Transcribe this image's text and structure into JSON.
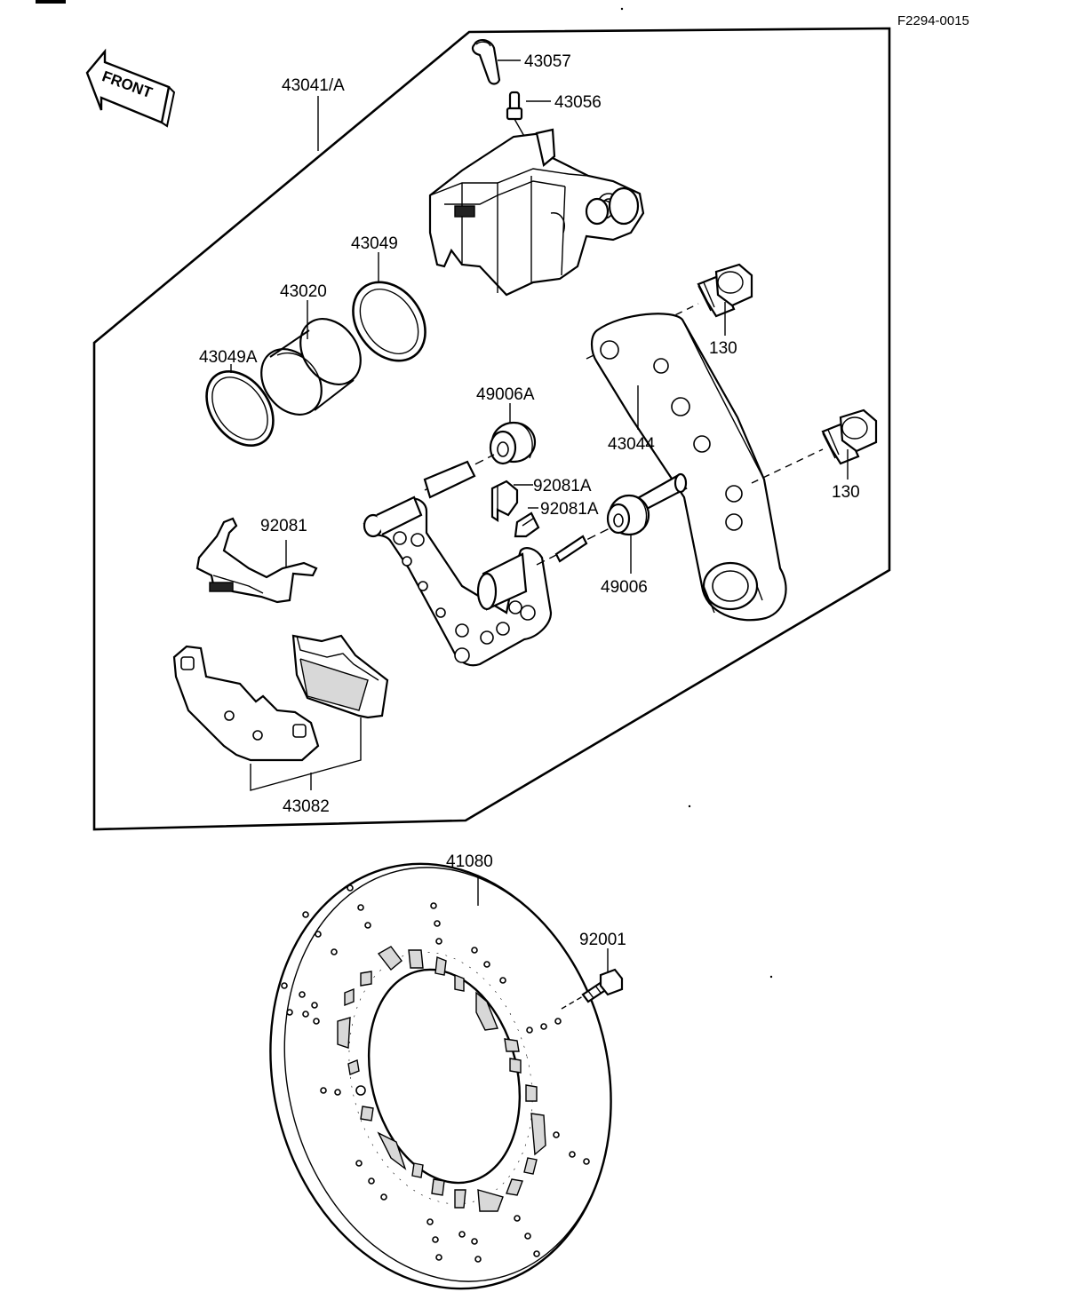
{
  "drawing_id": "F2294-0015",
  "front_label": "FRONT",
  "labels": {
    "p43057": "43057",
    "p43056": "43056",
    "p43041A": "43041/A",
    "p43049": "43049",
    "p43020": "43020",
    "p43049A": "43049A",
    "p130a": "130",
    "p130b": "130",
    "p49006A": "49006A",
    "p43044": "43044",
    "p92081A_1": "92081A",
    "p92081A_2": "92081A",
    "p92081": "92081",
    "p49006": "49006",
    "p43082": "43082",
    "p41080": "41080",
    "p92001": "92001"
  }
}
